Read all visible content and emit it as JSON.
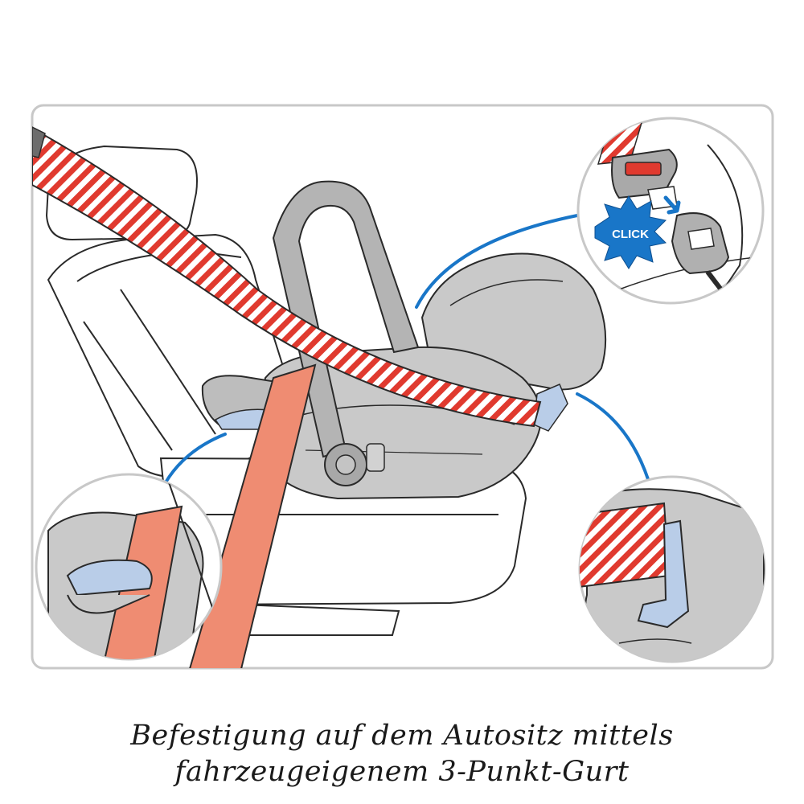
{
  "callout": {
    "click_label": "CLICK"
  },
  "caption": {
    "line1": "Befestigung auf dem Autositz mittels",
    "line2": "fahrzeugeigenem 3-Punkt-Gurt"
  },
  "colors": {
    "frame": "#c8c8c8",
    "shell": "#c9c9c9",
    "shell_dark": "#9c9c9c",
    "belt_red": "#e03a2f",
    "lap_belt": "#ef8c72",
    "leader_blue": "#1976c8",
    "guide_blue": "#b9cde8"
  }
}
